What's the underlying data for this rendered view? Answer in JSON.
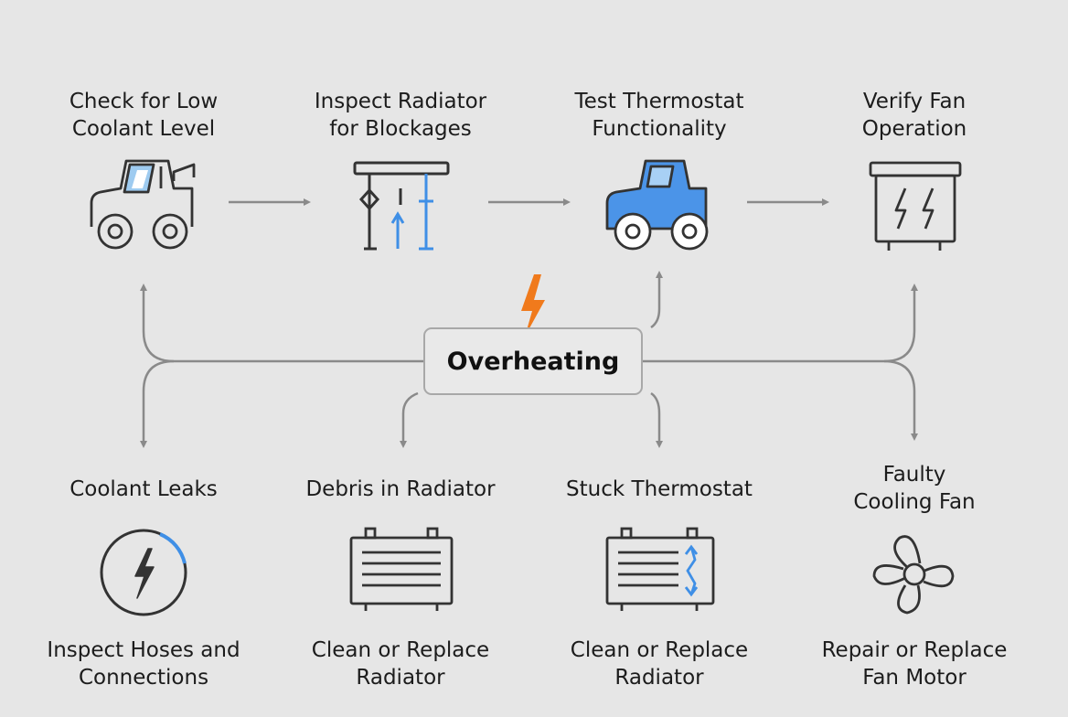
{
  "center": {
    "label": "Overheating"
  },
  "checks": [
    {
      "label": "Check for Low\nCoolant Level",
      "icon": "tractor-outline-icon"
    },
    {
      "label": "Inspect Radiator\nfor Blockages",
      "icon": "radiator-gauge-icon"
    },
    {
      "label": "Test Thermostat\nFunctionality",
      "icon": "tractor-blue-icon"
    },
    {
      "label": "Verify Fan\nOperation",
      "icon": "battery-bolt-icon"
    }
  ],
  "causes": [
    {
      "label": "Coolant Leaks",
      "icon": "bolt-circle-icon"
    },
    {
      "label": "Debris in Radiator",
      "icon": "radiator-icon"
    },
    {
      "label": "Stuck Thermostat",
      "icon": "radiator-arrows-icon"
    },
    {
      "label": "Faulty\nCooling Fan",
      "icon": "fan-icon"
    }
  ],
  "solutions": [
    {
      "label": "Inspect Hoses and\nConnections"
    },
    {
      "label": "Clean or Replace\nRadiator"
    },
    {
      "label": "Clean or Replace\nRadiator"
    },
    {
      "label": "Repair or Replace\nFan Motor"
    }
  ],
  "colors": {
    "accent_blue": "#3f8fe6",
    "bolt_orange": "#f07a1c",
    "stroke": "#333333",
    "connector": "#8a8a8a"
  }
}
